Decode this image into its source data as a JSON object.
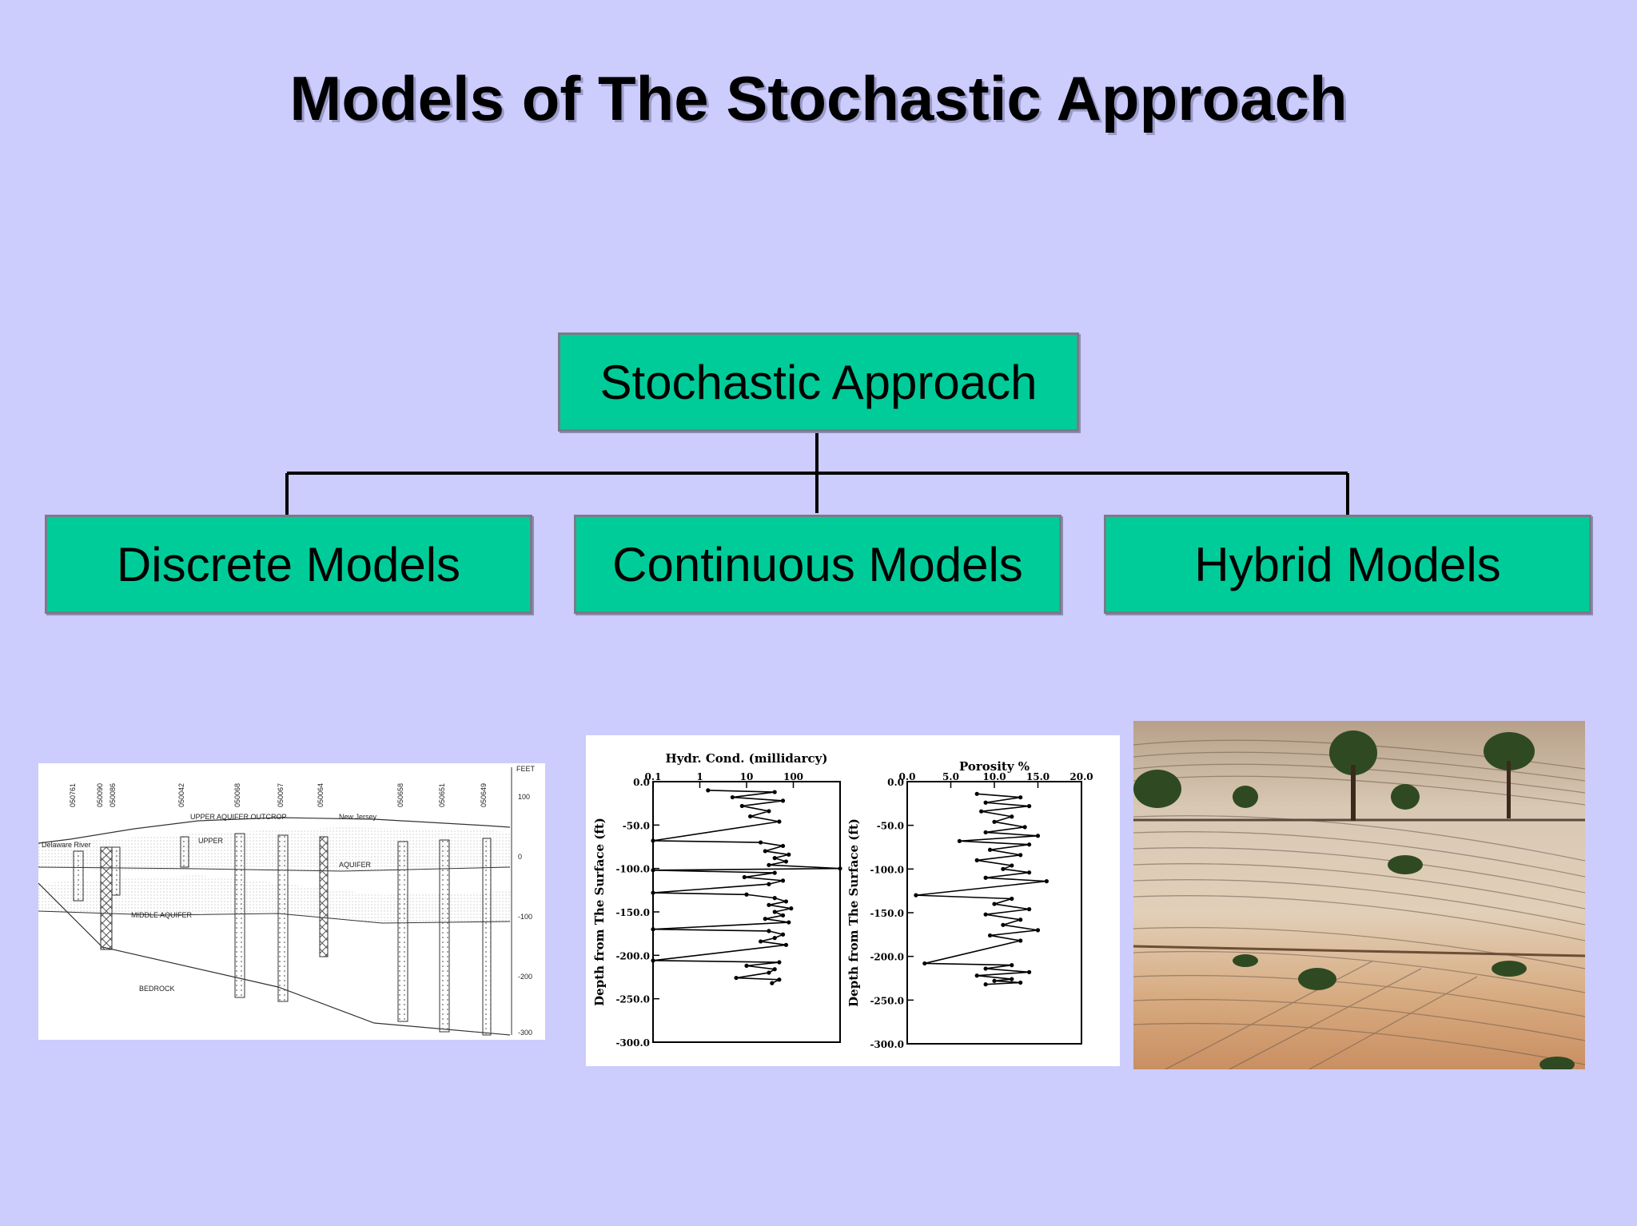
{
  "title": "Models of The Stochastic Approach",
  "root": {
    "label": "Stochastic Approach"
  },
  "children": [
    {
      "label": "Discrete Models"
    },
    {
      "label": "Continuous Models"
    },
    {
      "label": "Hybrid Models"
    }
  ],
  "cross_section": {
    "well_ids": [
      "050761",
      "050090",
      "050086",
      "050042",
      "050068",
      "050067",
      "050064",
      "050658",
      "050651",
      "050649"
    ],
    "labels": {
      "upper_aquifer_outcrop": "UPPER AQUIFER OUTCROP",
      "upper": "UPPER",
      "aquifer": "AQUIFER",
      "middle_aquifer": "MIDDLE AQUIFER",
      "bedrock": "BEDROCK",
      "new_jersey": "New Jersey",
      "delaware_river": "Delaware River",
      "feet": "FEET"
    },
    "scale": [
      "100",
      "0",
      "-100",
      "-200",
      "-300"
    ]
  },
  "chart_data": [
    {
      "type": "line",
      "title": "Hydr. Cond. (millidarcy)",
      "ylabel": "Depth from The Surface (ft)",
      "xscale": "log",
      "xticks": [
        "0.1",
        "1",
        "10",
        "100"
      ],
      "yticks": [
        "0.0",
        "-50.0",
        "-100.0",
        "-150.0",
        "-200.0",
        "-250.0",
        "-300.0"
      ],
      "xlim": [
        0.1,
        1000
      ],
      "ylim": [
        -300,
        0
      ],
      "series": [
        {
          "x": [
            1.5,
            40,
            5,
            60,
            8,
            30,
            12,
            50,
            0.1,
            20,
            60,
            25,
            80,
            40,
            70,
            30,
            1000,
            0.1,
            40,
            9,
            60,
            30,
            0.1,
            10,
            40,
            70,
            30,
            90,
            40,
            60,
            25,
            80,
            0.1,
            30,
            60,
            40,
            20,
            70,
            0.1,
            50,
            10,
            40,
            30,
            6,
            50,
            35
          ],
          "y": [
            -10,
            -12,
            -18,
            -22,
            -28,
            -34,
            -40,
            -46,
            -68,
            -70,
            -74,
            -80,
            -84,
            -88,
            -92,
            -96,
            -100,
            -102,
            -105,
            -110,
            -114,
            -118,
            -128,
            -130,
            -134,
            -138,
            -142,
            -146,
            -150,
            -154,
            -158,
            -162,
            -170,
            -172,
            -176,
            -180,
            -184,
            -188,
            -206,
            -208,
            -212,
            -216,
            -220,
            -226,
            -228,
            -232
          ]
        }
      ]
    },
    {
      "type": "line",
      "title": "Porosity  %",
      "ylabel": "Depth from The Surface (ft)",
      "xticks": [
        "0.0",
        "5.0",
        "10.0",
        "15.0",
        "20.0"
      ],
      "yticks": [
        "0.0",
        "-50.0",
        "-100.0",
        "-150.0",
        "-200.0",
        "-250.0",
        "-300.0"
      ],
      "xlim": [
        0,
        20
      ],
      "ylim": [
        -300,
        0
      ],
      "series": [
        {
          "x": [
            8,
            13,
            9,
            14,
            8.5,
            12,
            10,
            13.5,
            9,
            15,
            6,
            14,
            9.5,
            13,
            8,
            12,
            11,
            14,
            9,
            16,
            1,
            12,
            10,
            14,
            9,
            13,
            11,
            15,
            9.5,
            13,
            2,
            12,
            9,
            14,
            8,
            12,
            10,
            13,
            9
          ],
          "y": [
            -14,
            -18,
            -24,
            -28,
            -34,
            -40,
            -46,
            -52,
            -58,
            -62,
            -68,
            -72,
            -78,
            -84,
            -90,
            -96,
            -100,
            -104,
            -110,
            -114,
            -130,
            -134,
            -140,
            -146,
            -152,
            -158,
            -164,
            -170,
            -176,
            -182,
            -208,
            -210,
            -214,
            -218,
            -222,
            -226,
            -228,
            -230,
            -232
          ]
        }
      ]
    }
  ]
}
